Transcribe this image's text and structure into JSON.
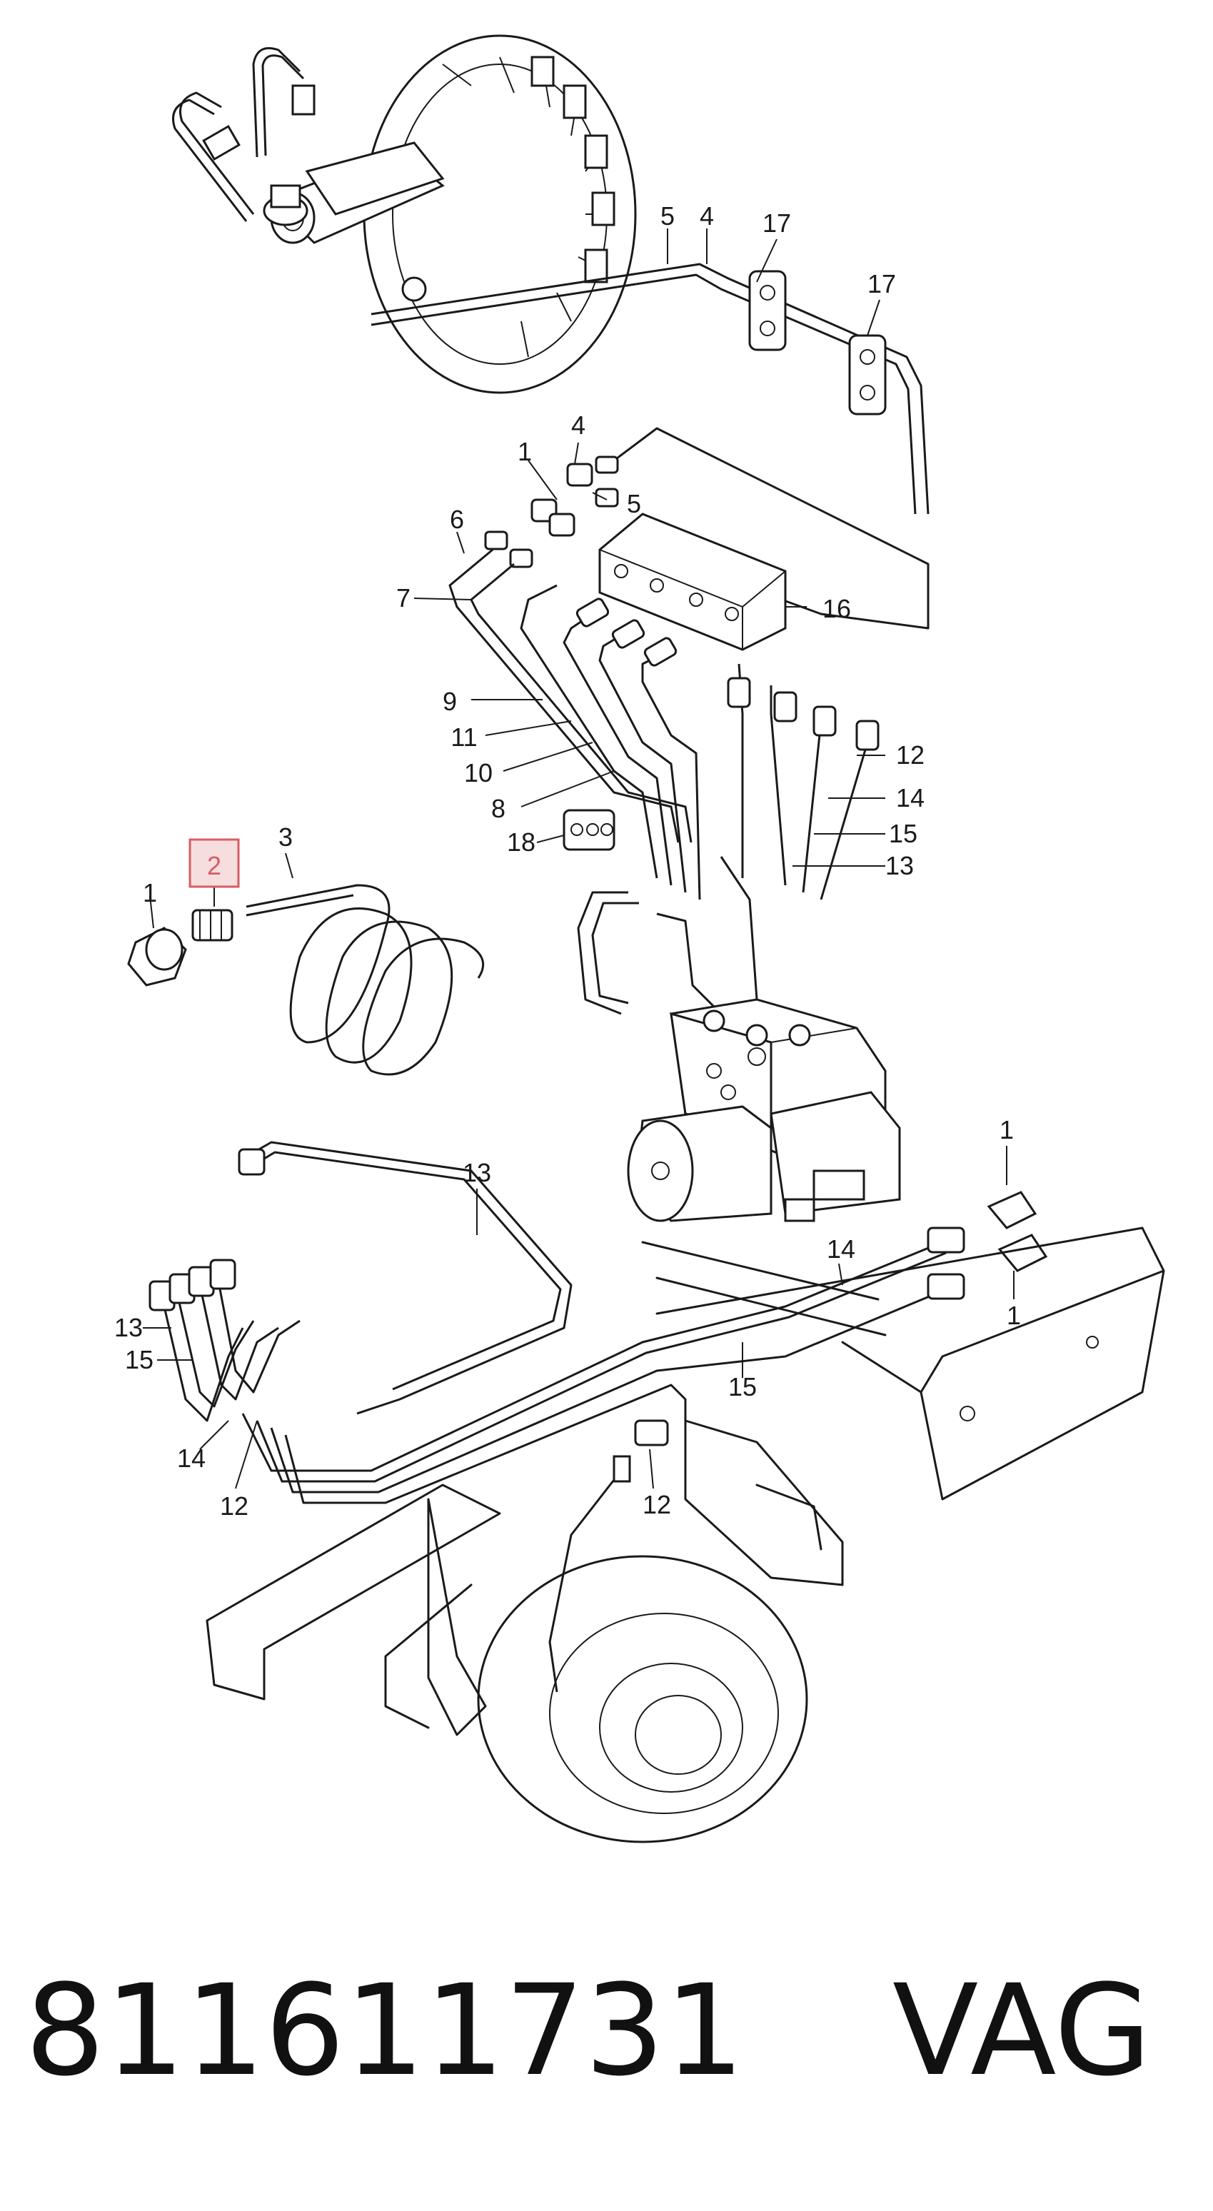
{
  "diagram": {
    "callouts": [
      {
        "id": "c5a",
        "text": "5"
      },
      {
        "id": "c4a",
        "text": "4"
      },
      {
        "id": "c17a",
        "text": "17"
      },
      {
        "id": "c17b",
        "text": "17"
      },
      {
        "id": "c4b",
        "text": "4"
      },
      {
        "id": "c1a",
        "text": "1"
      },
      {
        "id": "c5b",
        "text": "5"
      },
      {
        "id": "c6",
        "text": "6"
      },
      {
        "id": "c7",
        "text": "7"
      },
      {
        "id": "c16",
        "text": "16"
      },
      {
        "id": "c9",
        "text": "9"
      },
      {
        "id": "c11",
        "text": "11"
      },
      {
        "id": "c10",
        "text": "10"
      },
      {
        "id": "c8",
        "text": "8"
      },
      {
        "id": "c12a",
        "text": "12"
      },
      {
        "id": "c14a",
        "text": "14"
      },
      {
        "id": "c15a",
        "text": "15"
      },
      {
        "id": "c13a",
        "text": "13"
      },
      {
        "id": "c18",
        "text": "18"
      },
      {
        "id": "c3",
        "text": "3"
      },
      {
        "id": "c2",
        "text": "2",
        "highlighted": true
      },
      {
        "id": "c1b",
        "text": "1"
      },
      {
        "id": "c13b",
        "text": "13"
      },
      {
        "id": "c1c",
        "text": "1"
      },
      {
        "id": "c14b",
        "text": "14"
      },
      {
        "id": "c1d",
        "text": "1"
      },
      {
        "id": "c13c",
        "text": "13"
      },
      {
        "id": "c15b",
        "text": "15"
      },
      {
        "id": "c15c",
        "text": "15"
      },
      {
        "id": "c14c",
        "text": "14"
      },
      {
        "id": "c12b",
        "text": "12"
      },
      {
        "id": "c12c",
        "text": "12"
      }
    ],
    "highlight_color": "#d85c64"
  },
  "footer": {
    "part_number": "811611731",
    "brand": "VAG"
  }
}
